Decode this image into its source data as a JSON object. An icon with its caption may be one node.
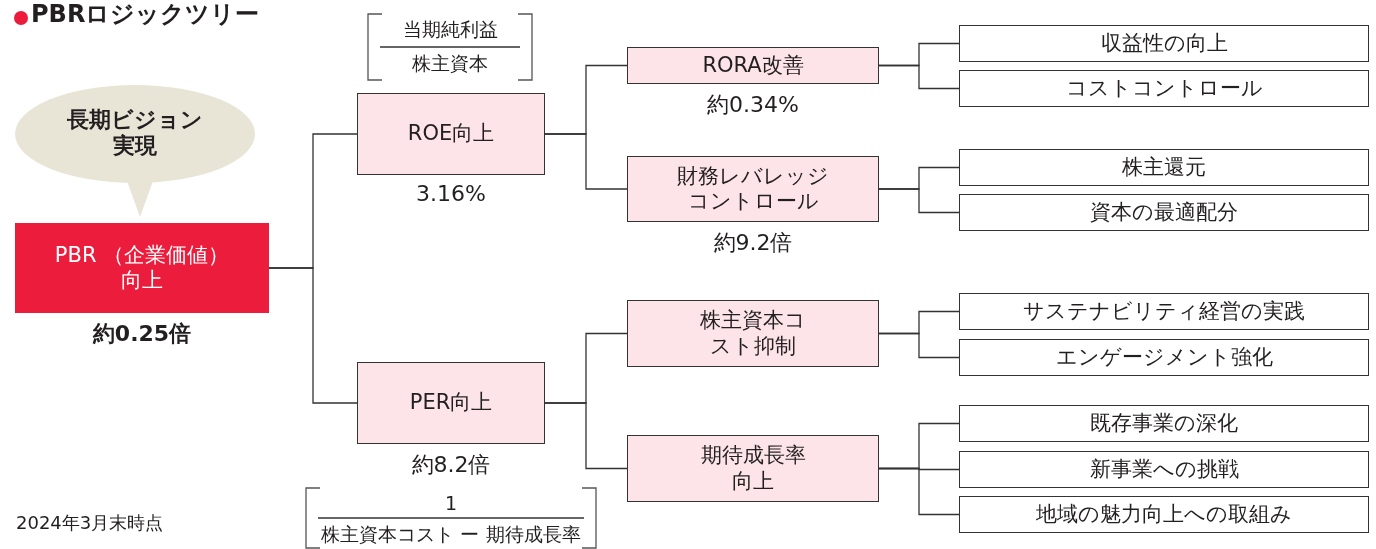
{
  "diagram": {
    "title": "PBRロジックツリー",
    "nodes": [
      {
        "text": [
          "長期ビジョン実現"
        ]
      },
      {
        "text": [
          "PBR （企業価値）向上"
        ],
        "beside": [
          "約0.25倍"
        ]
      },
      {
        "text": [
          "ROE向上"
        ],
        "beside": [
          "3.16%"
        ]
      },
      {
        "text": [
          "PER向上"
        ],
        "beside": [
          "約8.2倍"
        ]
      },
      {
        "text": [
          "RORA改善"
        ],
        "beside": [
          "約0.34%"
        ]
      },
      {
        "text": [
          "財務レバレッジコントロール"
        ],
        "beside": [
          "約9.2倍"
        ]
      },
      {
        "text": [
          "株主資本コスト抑制"
        ]
      },
      {
        "text": [
          "期待成長率向上"
        ]
      },
      {
        "text": [
          "収益性の向上"
        ]
      },
      {
        "text": [
          "コストコントロール"
        ]
      },
      {
        "text": [
          "株主還元"
        ]
      },
      {
        "text": [
          "資本の最適配分"
        ]
      },
      {
        "text": [
          "サステナビリティ経営の実践"
        ]
      },
      {
        "text": [
          "エンゲージメント強化"
        ]
      },
      {
        "text": [
          "既存事業の深化"
        ]
      },
      {
        "text": [
          "新事業への挑戦"
        ]
      },
      {
        "text": [
          "地域の魅力向上への取組み"
        ]
      }
    ],
    "edges": [
      {
        "from": 1,
        "to": 2,
        "arrow": "none"
      },
      {
        "from": 1,
        "to": 3,
        "arrow": "none"
      },
      {
        "from": 2,
        "to": 4,
        "arrow": "none"
      },
      {
        "from": 2,
        "to": 5,
        "arrow": "none"
      },
      {
        "from": 3,
        "to": 6,
        "arrow": "none"
      },
      {
        "from": 3,
        "to": 7,
        "arrow": "none"
      },
      {
        "from": 4,
        "to": 8,
        "arrow": "none"
      },
      {
        "from": 4,
        "to": 9,
        "arrow": "none"
      },
      {
        "from": 5,
        "to": 10,
        "arrow": "none"
      },
      {
        "from": 5,
        "to": 11,
        "arrow": "none"
      },
      {
        "from": 6,
        "to": 12,
        "arrow": "none"
      },
      {
        "from": 6,
        "to": 13,
        "arrow": "none"
      },
      {
        "from": 7,
        "to": 14,
        "arrow": "none"
      },
      {
        "from": 7,
        "to": 15,
        "arrow": "none"
      },
      {
        "from": 7,
        "to": 16,
        "arrow": "none"
      }
    ],
    "labels": [
      "当期純利益",
      "株主資本",
      "1",
      "株主資本コスト ー 期待成長率",
      "2024年3月末時点"
    ]
  }
}
